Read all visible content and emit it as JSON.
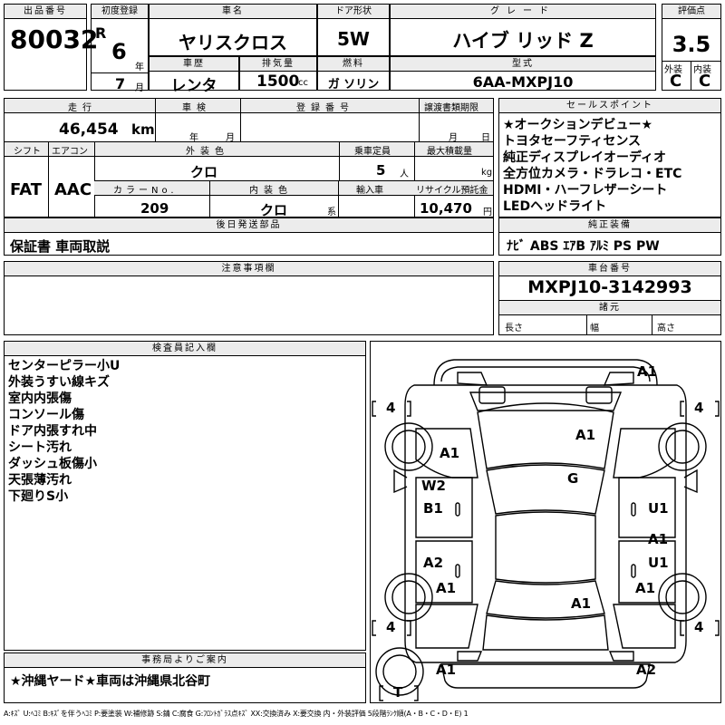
{
  "header": {
    "lot_label": "出品番号",
    "lot_value": "80032",
    "first_reg_label": "初度登録",
    "era": "R",
    "year_value": "6",
    "year_unit": "年",
    "month_value": "7",
    "month_unit": "月",
    "car_name_label": "車名",
    "car_name": "ヤリスクロス",
    "door_label": "ドア形状",
    "door_value": "5W",
    "grade_label": "グレード",
    "grade_value": "ハイブ リッド Z",
    "score_label": "評価点",
    "score_value": "3.5",
    "exterior_label": "外装",
    "exterior_value": "C",
    "interior_label": "内装",
    "interior_value": "C",
    "history_label": "車歴",
    "history_value": "レンタ",
    "displacement_label": "排気量",
    "displacement_value": "1500",
    "displacement_unit": "cc",
    "fuel_label": "燃料",
    "fuel_value": "ガ ソリン",
    "model_label": "型式",
    "model_value": "6AA-MXPJ10"
  },
  "details": {
    "mileage_label": "走行",
    "mileage_value": "46,454",
    "mileage_unit": "km",
    "inspection_label": "車検",
    "inspection_year": "年",
    "inspection_month": "月",
    "regno_label": "登録番号",
    "transfer_label": "譲渡書類期限",
    "transfer_month": "月",
    "transfer_day": "日",
    "shift_label": "シフト",
    "shift_value": "FAT",
    "ac_label": "エアコン",
    "ac_value": "AAC",
    "ext_color_label": "外装色",
    "ext_color_value": "クロ",
    "capacity_label": "乗車定員",
    "capacity_value": "5",
    "capacity_unit": "人",
    "loadcap_label": "最大積載量",
    "loadcap_unit": "kg",
    "colorno_label": "カラーNo.",
    "colorno_value": "209",
    "int_color_label": "内装色",
    "int_color_value": "クロ",
    "int_color_unit": "系",
    "import_label": "輸入車",
    "recycle_label": "リサイクル預託金",
    "recycle_value": "10,470",
    "recycle_unit": "円"
  },
  "sales_points": {
    "label": "セールスポイント",
    "lines": [
      "★オークションデビュー★",
      "トヨタセーフティセンス",
      "純正ディスプレイオーディオ",
      "全方位カメラ・ドラレコ・ETC",
      "HDMI・ハーフレザーシート",
      "LEDヘッドライト"
    ]
  },
  "later_parts": {
    "label": "後日発送部品",
    "value": "保証書 車両取説"
  },
  "genuine": {
    "label": "純正装備",
    "value": "ﾅﾋﾞ ABS ｴｱB ｱﾙﾐ PS PW"
  },
  "caution": {
    "label": "注意事項欄"
  },
  "chassis": {
    "label": "車台番号",
    "value": "MXPJ10-3142993",
    "specs_label": "諸元",
    "length_label": "長さ",
    "width_label": "幅",
    "height_label": "高さ"
  },
  "inspector": {
    "label": "検査員記入欄",
    "lines": [
      "センターピラー小U",
      "外装うすい線キズ",
      "室内内張傷",
      "コンソール傷",
      "ドア内張すれ中",
      "シート汚れ",
      "ダッシュ板傷小",
      "天張薄汚れ",
      "下廻りS小"
    ]
  },
  "office": {
    "label": "事務局よりご案内",
    "value": "★沖縄ヤード★車両は沖縄県北谷町"
  },
  "diagram": {
    "tire_tl": "4",
    "tire_tr": "4",
    "tire_bl": "4",
    "tire_br": "4",
    "tire_spare": "T",
    "marks": {
      "front_bumper": "A1",
      "hood": "A1",
      "fl_fender": "A1",
      "roof": "G",
      "fl_door": "W2",
      "fl_sill": "B1",
      "fr_door": "U1",
      "rl_door": "A2",
      "rr_door_a": "A1",
      "rr_door_u": "U1",
      "rl_quarter": "A1",
      "rr_quarter": "A1",
      "trunk": "A1",
      "rear_bumper_l": "A1",
      "rear_bumper_r": "A2"
    }
  },
  "legend": "A:ｷｽﾞ U:ﾍｺﾐ B:ｷｽﾞを伴うﾍｺﾐ P:要塗装 W:補修跡 S:錆 C:腐食 G:ﾌﾛﾝﾄｶﾞﾗｽ点ｷｽﾞ XX:交換済み X:要交換 内・外装評価 5段階ﾗﾝｸ順(A・B・C・D・E) 1"
}
